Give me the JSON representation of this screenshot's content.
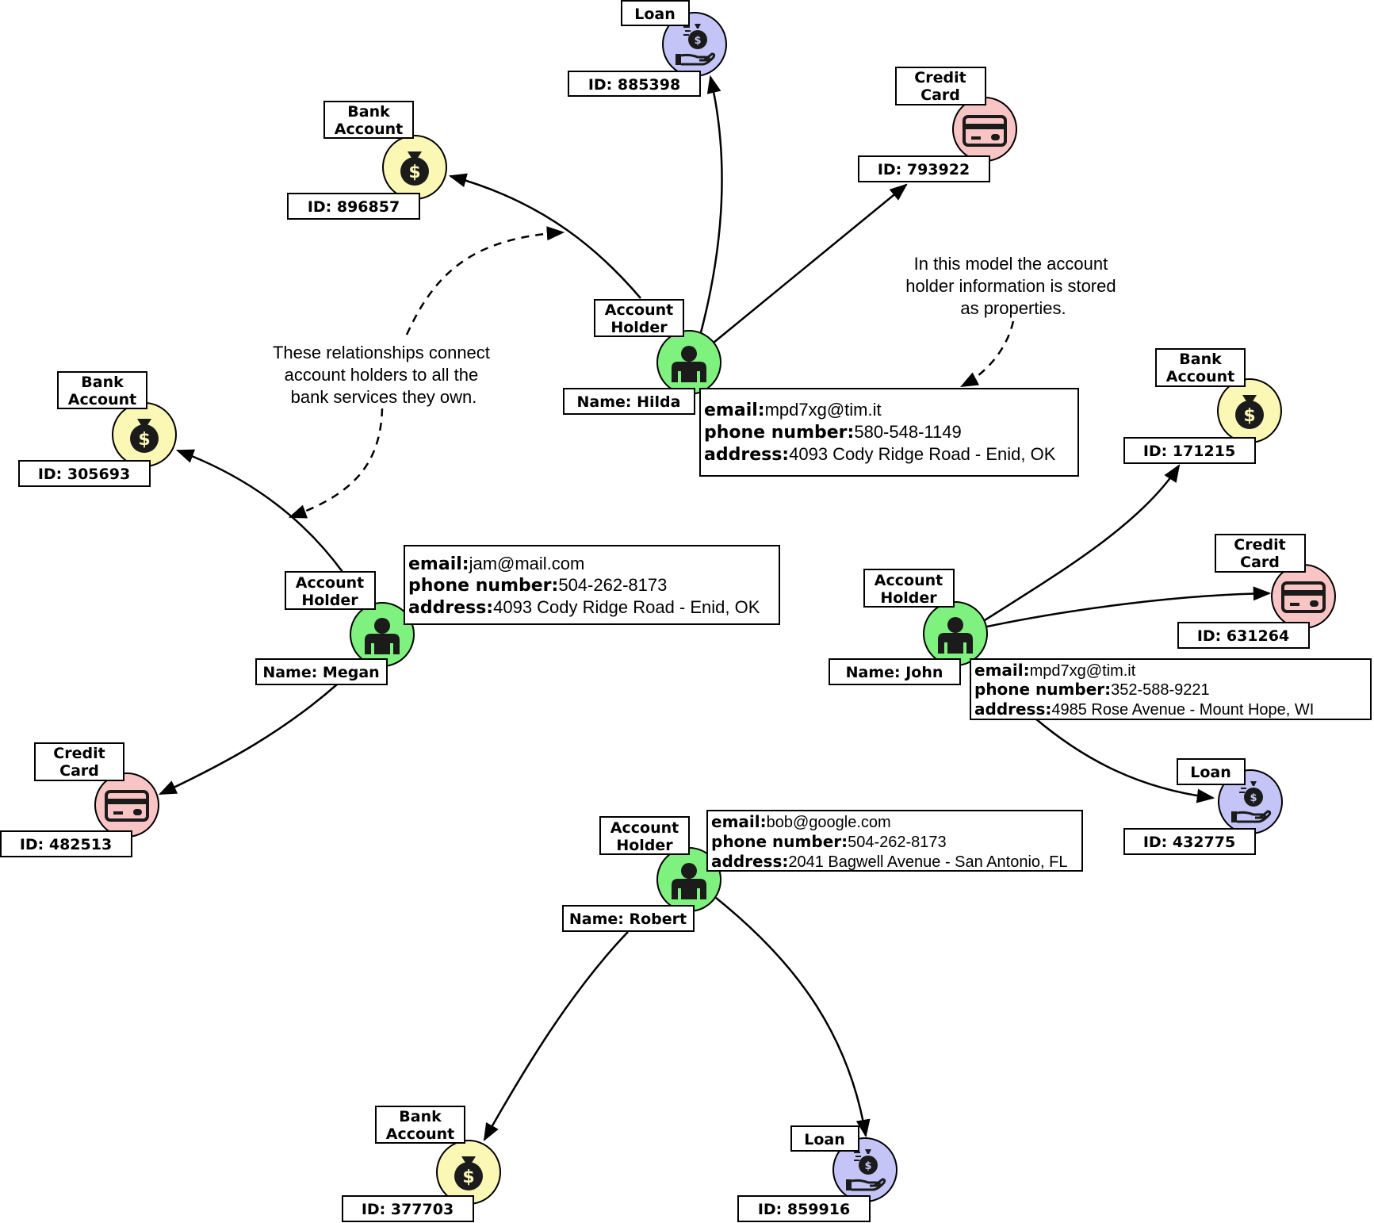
{
  "colors": {
    "account_holder": "#7ef17e",
    "bank_account": "#fbf7b5",
    "credit_card": "#f9c4c4",
    "loan": "#c4c4f7",
    "stroke": "#000000"
  },
  "account_holders": [
    {
      "key": "hilda",
      "label": "Account Holder",
      "name": "Name: Hilda",
      "email_key": "email:",
      "email": "mpd7xg@tim.it",
      "phone_key": "phone number:",
      "phone": "580-548-1149",
      "address_key": "address:",
      "address": "4093 Cody Ridge Road - Enid, OK"
    },
    {
      "key": "megan",
      "label": "Account Holder",
      "name": "Name: Megan",
      "email_key": "email:",
      "email": "jam@mail.com",
      "phone_key": "phone number:",
      "phone": "504-262-8173",
      "address_key": "address:",
      "address": "4093 Cody Ridge Road - Enid, OK"
    },
    {
      "key": "john",
      "label": "Account Holder",
      "name": "Name: John",
      "email_key": "email:",
      "email": "mpd7xg@tim.it",
      "phone_key": "phone number:",
      "phone": "352-588-9221",
      "address_key": "address:",
      "address": "4985 Rose Avenue - Mount Hope, WI"
    },
    {
      "key": "robert",
      "label": "Account Holder",
      "name": "Name: Robert",
      "email_key": "email:",
      "email": "bob@google.com",
      "phone_key": "phone number:",
      "phone": "504-262-8173",
      "address_key": "address:",
      "address": "2041 Bagwell Avenue - San Antonio, FL"
    }
  ],
  "services": [
    {
      "key": "loan-885398",
      "type": "loan",
      "label": "Loan",
      "id": "ID: 885398",
      "owner": "hilda"
    },
    {
      "key": "bank-896857",
      "type": "bank_account",
      "label": "Bank Account",
      "id": "ID: 896857",
      "owner": "hilda"
    },
    {
      "key": "card-793922",
      "type": "credit_card",
      "label": "Credit Card",
      "id": "ID: 793922",
      "owner": "hilda"
    },
    {
      "key": "bank-305693",
      "type": "bank_account",
      "label": "Bank Account",
      "id": "ID: 305693",
      "owner": "megan"
    },
    {
      "key": "card-482513",
      "type": "credit_card",
      "label": "Credit Card",
      "id": "ID: 482513",
      "owner": "megan"
    },
    {
      "key": "bank-171215",
      "type": "bank_account",
      "label": "Bank Account",
      "id": "ID: 171215",
      "owner": "john"
    },
    {
      "key": "card-631264",
      "type": "credit_card",
      "label": "Credit Card",
      "id": "ID: 631264",
      "owner": "john"
    },
    {
      "key": "loan-432775",
      "type": "loan",
      "label": "Loan",
      "id": "ID: 432775",
      "owner": "john"
    },
    {
      "key": "bank-377703",
      "type": "bank_account",
      "label": "Bank Account",
      "id": "ID: 377703",
      "owner": "robert"
    },
    {
      "key": "loan-859916",
      "type": "loan",
      "label": "Loan",
      "id": "ID: 859916",
      "owner": "robert"
    }
  ],
  "annotations": {
    "relationships_note": [
      "These relationships connect",
      "account holders to all the",
      "bank services they own."
    ],
    "properties_note": [
      "In this model the account",
      "holder information is stored",
      "as properties."
    ]
  }
}
